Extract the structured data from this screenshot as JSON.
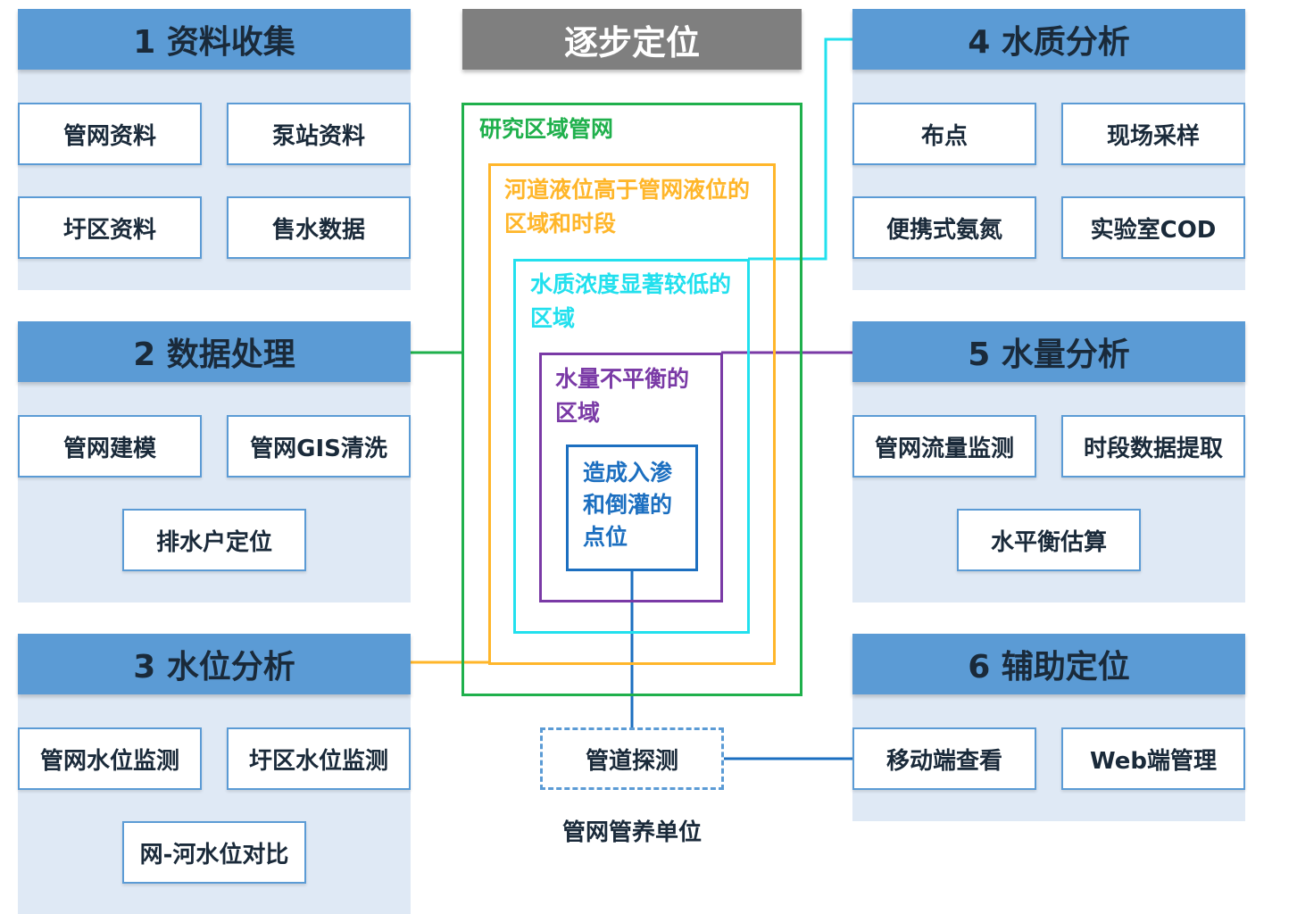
{
  "center": {
    "title": "逐步定位",
    "layer1": "研究区域管网",
    "layer2": [
      "河道液位高于管网液位的",
      "区域和时段"
    ],
    "layer3": [
      "水质浓度显著较低的",
      "区域"
    ],
    "layer4": [
      "水量不平衡的",
      "区域"
    ],
    "layer5": [
      "造成入渗",
      "和倒灌的",
      "点位"
    ],
    "detect": "管道探测",
    "detect_caption": "管网管养单位"
  },
  "panels": {
    "p1": {
      "title": "1 资料收集",
      "items": [
        "管网资料",
        "泵站资料",
        "圩区资料",
        "售水数据"
      ]
    },
    "p2": {
      "title": "2 数据处理",
      "items": [
        "管网建模",
        "管网GIS清洗",
        "排水户定位"
      ]
    },
    "p3": {
      "title": "3 水位分析",
      "items": [
        "管网水位监测",
        "圩区水位监测",
        "网-河水位对比"
      ]
    },
    "p4": {
      "title": "4 水质分析",
      "items": [
        "布点",
        "现场采样",
        "便携式氨氮",
        "实验室COD"
      ]
    },
    "p5": {
      "title": "5 水量分析",
      "items": [
        "管网流量监测",
        "时段数据提取",
        "水平衡估算"
      ]
    },
    "p6": {
      "title": "6 辅助定位",
      "items": [
        "移动端查看",
        "Web端管理"
      ]
    }
  },
  "colors": {
    "header_blue": "#5b9bd5",
    "panel_bg": "#dfe9f5",
    "green": "#1fb04c",
    "orange": "#ffb62a",
    "cyan": "#22e0ee",
    "purple": "#7a3aa6",
    "blue": "#1c6fc0"
  }
}
